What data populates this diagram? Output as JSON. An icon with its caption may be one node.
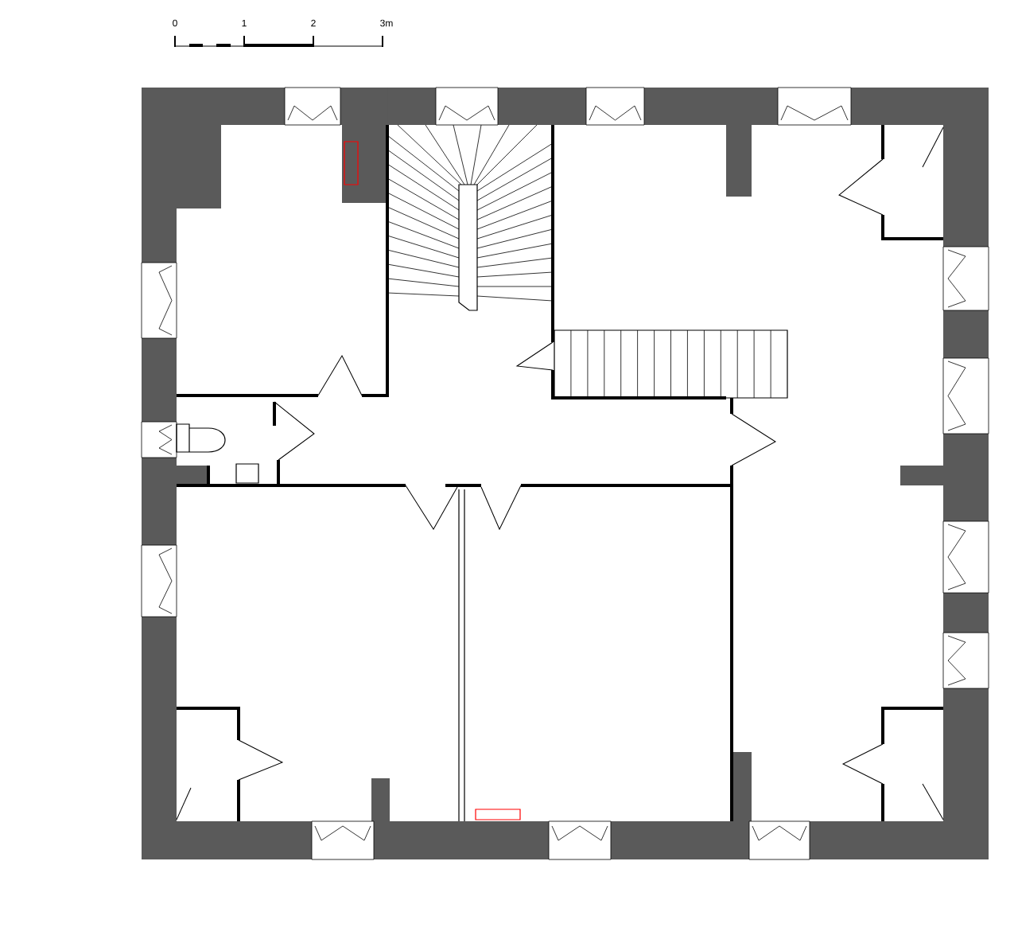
{
  "diagram": {
    "labels": [
      "0",
      "1",
      "2",
      "3m"
    ]
  }
}
